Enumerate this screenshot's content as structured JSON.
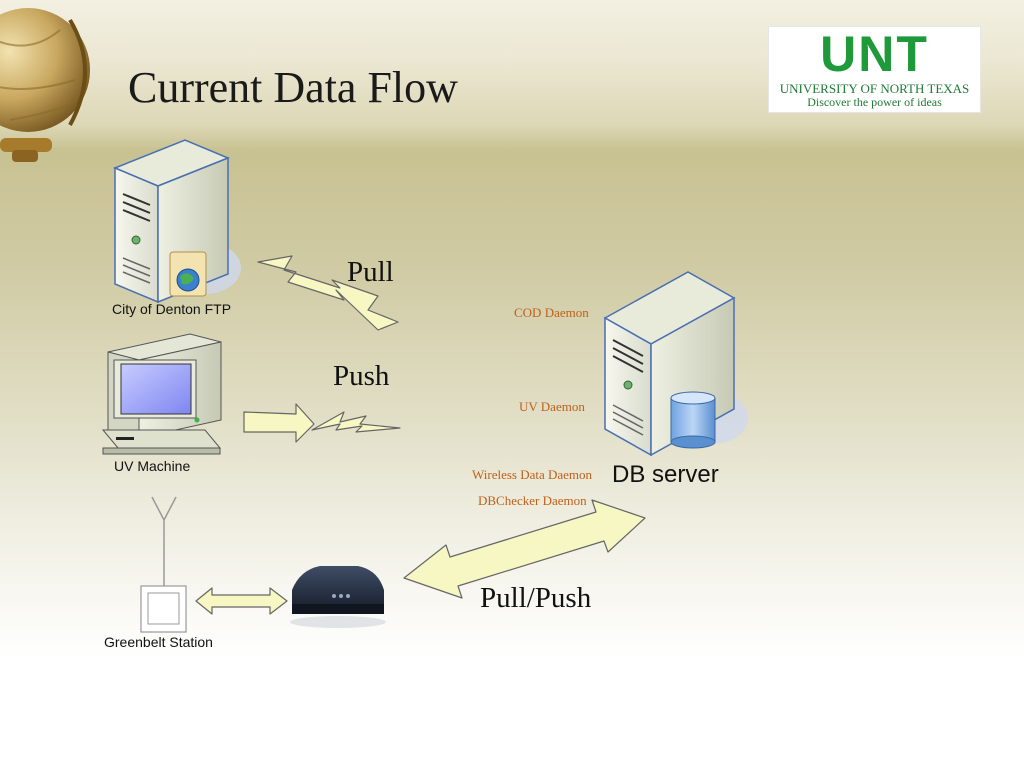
{
  "slide": {
    "title": "Current Data Flow"
  },
  "logo": {
    "name": "UNT",
    "university": "UNIVERSITY OF NORTH TEXAS",
    "tagline": "Discover the power of ideas"
  },
  "nodes": {
    "ftp_label": "City of Denton FTP",
    "uv_machine_label": "UV Machine",
    "greenbelt_label": "Greenbelt Station",
    "db_server_label": "DB server"
  },
  "flows": {
    "pull": "Pull",
    "push": "Push",
    "pull_push": "Pull/Push"
  },
  "daemons": {
    "cod": "COD Daemon",
    "uv": "UV Daemon",
    "wireless": "Wireless Data Daemon",
    "dbchecker": "DBChecker Daemon"
  },
  "colors": {
    "arrow_fill": "#f7f7c4",
    "daemon_text": "#c0601a",
    "logo_green": "#1f9a3a"
  }
}
